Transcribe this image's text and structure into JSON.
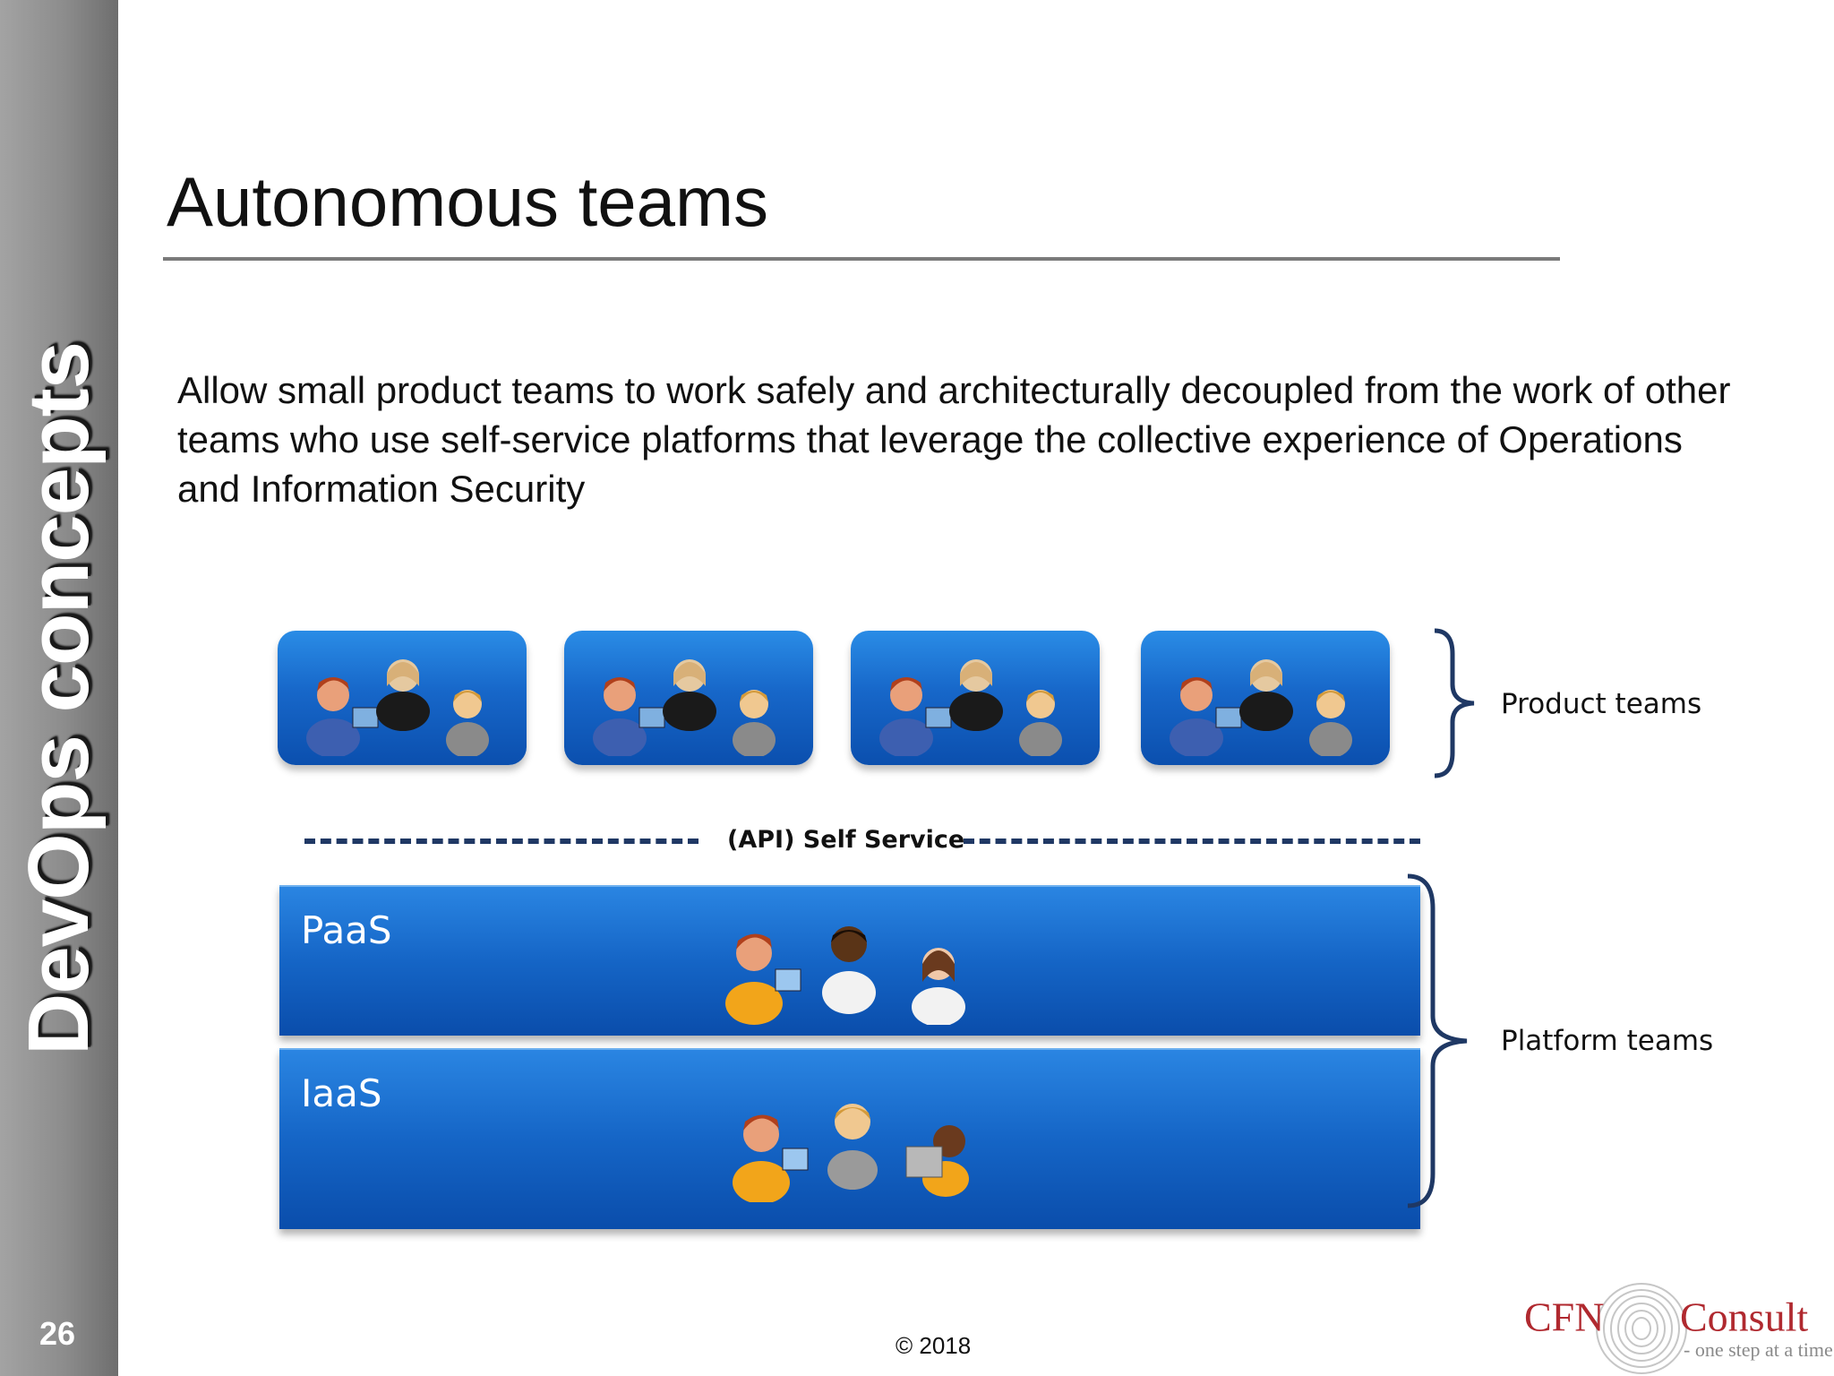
{
  "sidebar": {
    "section_title": "DevOps concepts",
    "page_number": "26"
  },
  "slide": {
    "title": "Autonomous teams",
    "body": "Allow small product teams to work safely and architecturally decoupled from the work of other teams who use self-service platforms that leverage the collective experience of Operations and Information Security"
  },
  "diagram": {
    "product_teams_label": "Product teams",
    "api_label": "(API) Self Service",
    "platform_teams_label": "Platform teams",
    "layers": [
      {
        "label": "PaaS"
      },
      {
        "label": "IaaS"
      }
    ]
  },
  "footer": {
    "copyright": "© 2018",
    "logo_left": "CFN",
    "logo_right": "Consult",
    "logo_tagline": "- one step at a time"
  },
  "colors": {
    "sidebar_gray": "#8c8c8c",
    "card_blue": "#1767c9",
    "dash_navy": "#1f3864",
    "logo_red": "#b0292f"
  }
}
